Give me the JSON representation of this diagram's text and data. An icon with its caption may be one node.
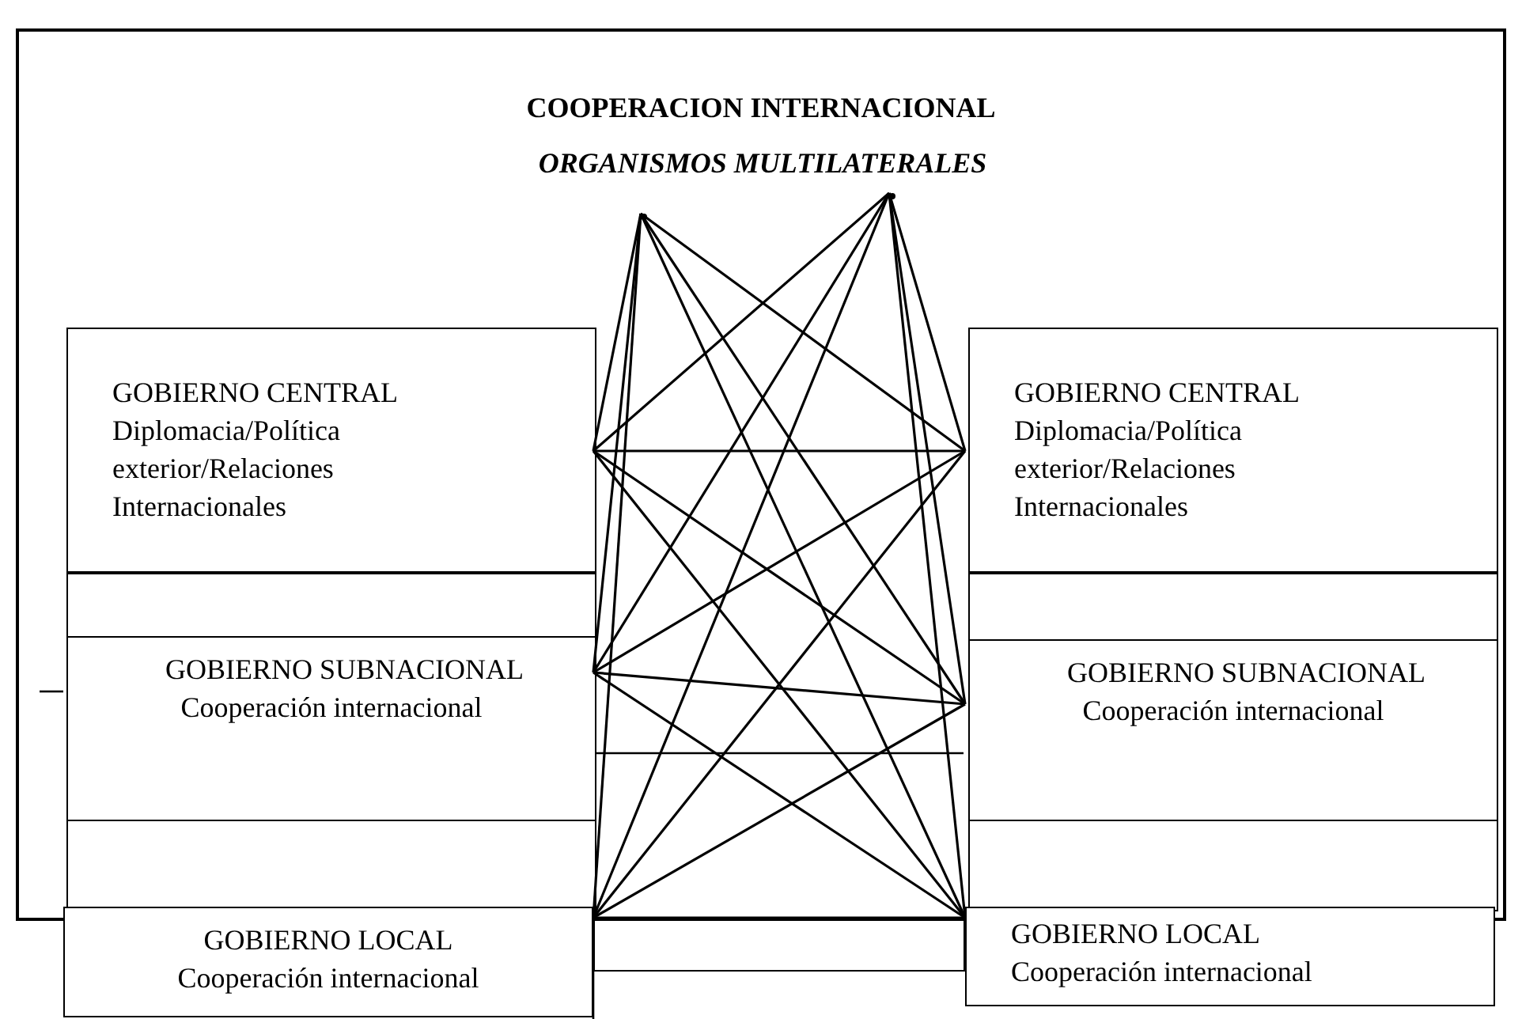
{
  "diagram": {
    "nodes": [
      {
        "text": [
          "COOPERACION INTERNACIONAL"
        ]
      },
      {
        "text": [
          "ORGANISMOS MULTILATERALES"
        ],
        "in": 0
      },
      {
        "text": [],
        "shape": "point",
        "in": 0
      },
      {
        "text": [],
        "shape": "point",
        "in": 0
      },
      {
        "text": [
          "GOBIERNO CENTRAL",
          "Diplomacia/Política exterior/Relaciones Internacionales"
        ],
        "in": 0
      },
      {
        "text": [
          "GOBIERNO CENTRAL",
          "Diplomacia/Política exterior/Relaciones Internacionales"
        ],
        "in": 0
      },
      {
        "text": [
          "GOBIERNO SUBNACIONAL",
          "Cooperación internacional"
        ],
        "in": 0
      },
      {
        "text": [
          "GOBIERNO SUBNACIONAL",
          "Cooperación internacional"
        ],
        "in": 0
      },
      {
        "text": [
          "GOBIERNO LOCAL",
          "Cooperación internacional"
        ]
      },
      {
        "text": [
          "GOBIERNO LOCAL",
          "Cooperación internacional"
        ]
      },
      {
        "text": [],
        "shape": "box",
        "in": 0
      },
      {
        "text": [],
        "shape": "box",
        "in": 0
      },
      {
        "text": [],
        "shape": "box",
        "in": 0
      },
      {
        "text": [],
        "shape": "box",
        "in": 0
      },
      {
        "text": [],
        "shape": "box"
      }
    ],
    "edges": [
      {
        "from": 2,
        "to": 4,
        "arrow": "none"
      },
      {
        "from": 2,
        "to": 6,
        "arrow": "none"
      },
      {
        "from": 2,
        "to": 8,
        "arrow": "none"
      },
      {
        "from": 2,
        "to": 5,
        "arrow": "none"
      },
      {
        "from": 2,
        "to": 7,
        "arrow": "none"
      },
      {
        "from": 2,
        "to": 9,
        "arrow": "none"
      },
      {
        "from": 3,
        "to": 4,
        "arrow": "none"
      },
      {
        "from": 3,
        "to": 6,
        "arrow": "none"
      },
      {
        "from": 3,
        "to": 8,
        "arrow": "none"
      },
      {
        "from": 3,
        "to": 5,
        "arrow": "none"
      },
      {
        "from": 3,
        "to": 7,
        "arrow": "none"
      },
      {
        "from": 3,
        "to": 9,
        "arrow": "none"
      },
      {
        "from": 4,
        "to": 5,
        "arrow": "none"
      },
      {
        "from": 4,
        "to": 7,
        "arrow": "none"
      },
      {
        "from": 4,
        "to": 9,
        "arrow": "none"
      },
      {
        "from": 6,
        "to": 5,
        "arrow": "none"
      },
      {
        "from": 6,
        "to": 7,
        "arrow": "none"
      },
      {
        "from": 6,
        "to": 9,
        "arrow": "none"
      },
      {
        "from": 8,
        "to": 5,
        "arrow": "none"
      },
      {
        "from": 8,
        "to": 7,
        "arrow": "none"
      },
      {
        "from": 8,
        "to": 9,
        "arrow": "none"
      }
    ]
  }
}
